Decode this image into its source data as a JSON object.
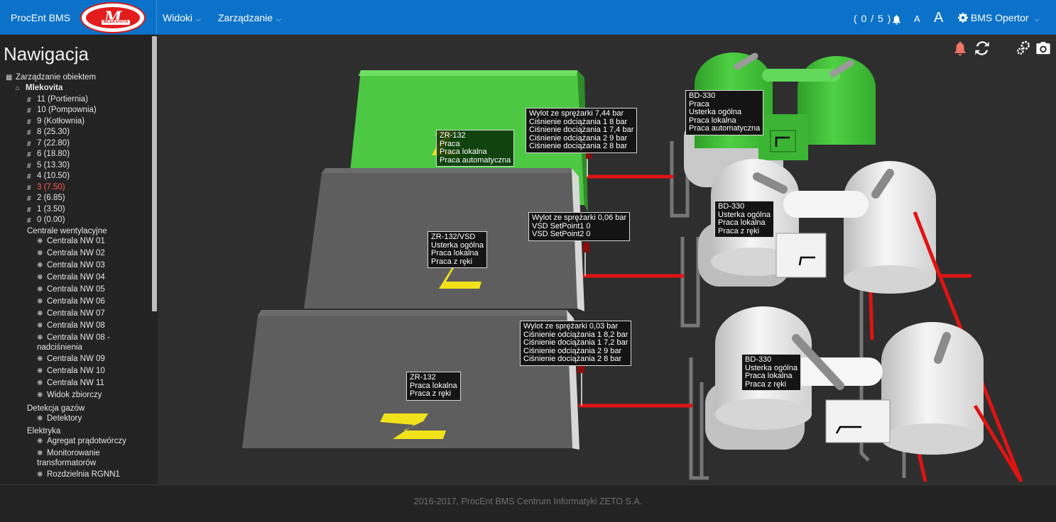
{
  "header": {
    "brand": "ProcEnt BMS",
    "logo_text": "M",
    "logo_band": "MLEKOVITA",
    "menus": [
      {
        "label": "Widoki"
      },
      {
        "label": "Zarządzanie"
      }
    ],
    "alarm_count": "( 0 / 5 )",
    "font_small": "A",
    "font_large": "A",
    "user": "BMS Opertor"
  },
  "sidebar": {
    "title": "Nawigacja",
    "root": "Zarządzanie obiektem",
    "site": "Mlekovita",
    "floors": [
      "11 (Portiernia)",
      "10 (Pompownia)",
      "9 (Kotłownia)",
      "8 (25.30)",
      "7 (22.80)",
      "6 (18.80)",
      "5 (13.30)",
      "4 (10.50)",
      "3 (7.50)",
      "2 (6.85)",
      "1 (3.50)",
      "0 (0.00)"
    ],
    "active_floor": "3 (7.50)",
    "ventilation_group": "Centrale wentylacyjne",
    "ventilation": [
      "Centrala NW 01",
      "Centrala NW 02",
      "Centrala NW 03",
      "Centrala NW 04",
      "Centrala NW 05",
      "Centrala NW 06",
      "Centrala NW 07",
      "Centrala NW 08"
    ],
    "nw08_line1": "Centrala NW 08 -",
    "nw08_line2": "nadciśnienia",
    "ventilation2": [
      "Centrala NW 09",
      "Centrala NW 10",
      "Centrala NW 11",
      "Widok zbiorczy"
    ],
    "gas_group": "Detekcja gazów",
    "gas": [
      "Detektory"
    ],
    "electric_group": "Elektryka",
    "electric_1": "Agregat prądotwórczy",
    "electric_2a": "Monitorowanie",
    "electric_2b": "transformatorów",
    "electric_3": "Rozdzielnia RGNN1"
  },
  "canvas": {
    "colors": {
      "running": "#44c23a",
      "idle": "#5e5e5e",
      "pipe": "#e01313",
      "yellow": "#f2e21a",
      "alarm": "#f07468"
    },
    "compressors": [
      {
        "lines": [
          "ZR-132",
          "Praca",
          "Praca lokalna",
          "Praca automatyczna"
        ]
      },
      {
        "lines": [
          "ZR-132/VSD",
          "Usterka ogólna",
          "Praca lokalna",
          "Praca z ręki"
        ]
      },
      {
        "lines": [
          "ZR-132",
          "Praca lokalna",
          "Praca z ręki"
        ]
      }
    ],
    "pressures": [
      {
        "lines": [
          "Wylot ze sprężarki 7,44 bar",
          "Ciśnienie odciążania 1 8 bar",
          "Ciśnienie dociążania 1 7,4 bar",
          "Ciśnienie odciążania 2 9 bar",
          "Ciśnienie dociążania 2 8 bar"
        ]
      },
      {
        "lines": [
          "Wylot ze sprężarki 0,06 bar",
          "VSD SetPoint1 0",
          "VSD SetPoint2 0"
        ]
      },
      {
        "lines": [
          "Wylot ze sprężarki 0,03 bar",
          "Ciśnienie odciążania 1 8,2 bar",
          "Ciśnienie dociążania 1 7,2 bar",
          "Ciśnienie odciążania 2 9 bar",
          "Ciśnienie dociążania 2 8 bar"
        ]
      }
    ],
    "dryers": [
      {
        "lines": [
          "BD-330",
          "Praca",
          "Usterka ogólna",
          "Praca lokalna",
          "Praca automatyczna"
        ]
      },
      {
        "lines": [
          "BD-330",
          "Usterka ogólna",
          "Praca lokalna",
          "Praca z ręki"
        ]
      },
      {
        "lines": [
          "BD-330",
          "Usterka ogólna",
          "Praca lokalna",
          "Praca z ręki"
        ]
      }
    ]
  },
  "footer": {
    "text": "2016-2017, ProcEnt BMS Centrum Informatyki ZETO S.A."
  }
}
